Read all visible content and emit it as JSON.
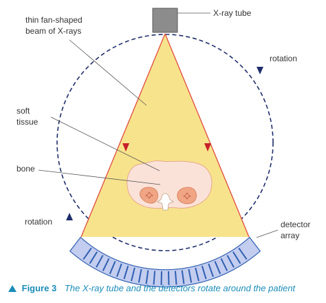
{
  "labels": {
    "xray_tube": "X-ray tube",
    "rotation_right": "rotation",
    "beam_line1": "thin fan-shaped",
    "beam_line2": "beam of X-rays",
    "soft_tissue_line1": "soft",
    "soft_tissue_line2": "tissue",
    "bone": "bone",
    "rotation_left": "rotation",
    "detector_line1": "detector",
    "detector_line2": "array"
  },
  "caption": {
    "figure_label": "Figure 3",
    "text": "The X-ray tube and the detectors rotate around the patient"
  },
  "colors": {
    "beam_fill": "#f7e38c",
    "beam_edge": "#e04a3c",
    "tube": "#8c8c8c",
    "body_fill": "#fbe2d8",
    "organ_fill": "#f0a585",
    "detector_fill": "#c3cdf0",
    "detector_lines": "#2f5fb0",
    "rotation_dashes": "#1f2d6b",
    "caption_accent": "#1a8db8"
  }
}
